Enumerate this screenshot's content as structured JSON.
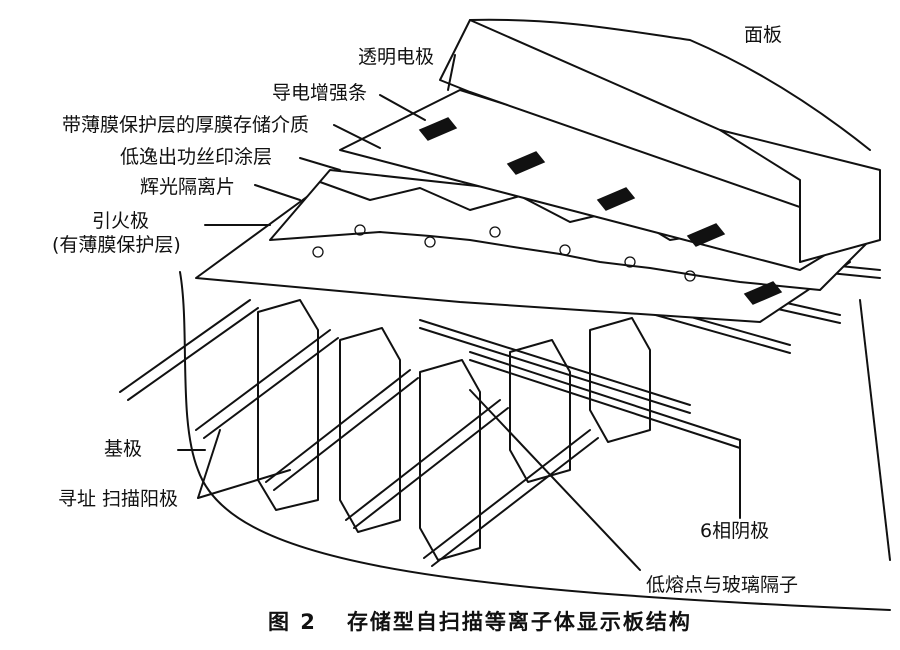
{
  "labels": {
    "face_plate": "面板",
    "transparent_electrode": "透明电极",
    "conductive_strip": "导电增强条",
    "thick_film_storage": "带薄膜保护层的厚膜存储介质",
    "low_outgas_print": "低逸出功丝印涂层",
    "glow_spacer": "辉光隔离片",
    "priming_electrode_line1": "引火极",
    "priming_electrode_line2": "(有薄膜保护层)",
    "base_plate": "基极",
    "address_scan_anode": "寻址 扫描阳极",
    "six_phase_cathode": "6相阴极",
    "glass_spacer": "低熔点与玻璃隔子"
  },
  "caption": {
    "number": "图 2",
    "title": "存储型自扫描等离子体显示板结构"
  }
}
